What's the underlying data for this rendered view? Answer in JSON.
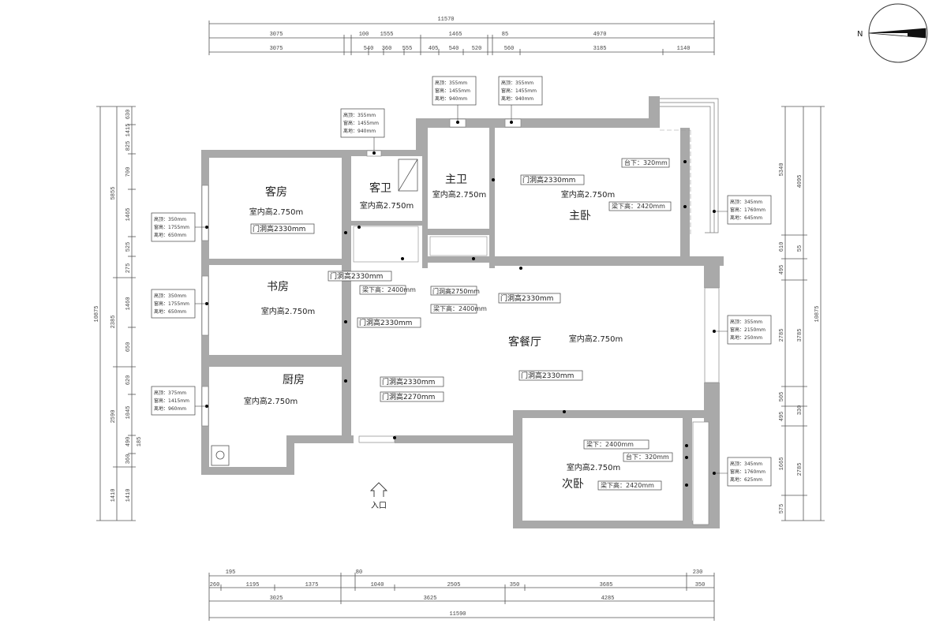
{
  "top_dims": {
    "total": "11570",
    "row1": [
      "3075",
      "100",
      "1555",
      "1465",
      "85",
      "4970"
    ],
    "row2": [
      "3075",
      "540",
      "360",
      "555",
      "405",
      "540",
      "520",
      "560",
      "3185",
      "1140"
    ]
  },
  "bottom_dims": {
    "row1": [
      "195",
      "80",
      "230"
    ],
    "row2": [
      "260",
      "1195",
      "1375",
      "1040",
      "2505",
      "350",
      "3685",
      "350"
    ],
    "row3": [
      "3025",
      "3625",
      "4285"
    ],
    "total": "11590"
  },
  "left_dims": {
    "total": "10875",
    "col2": [
      "5855",
      "2385",
      "2590",
      "1410"
    ],
    "col3": [
      "1415",
      "825",
      "700",
      "1465",
      "525",
      "275",
      "1460",
      "650",
      "620",
      "1045",
      "490",
      "360",
      "185",
      "1410"
    ],
    "col3b": [
      "630"
    ]
  },
  "right_dims": {
    "total": "10875",
    "col_a": [
      "5340",
      "610",
      "495",
      "2785",
      "505",
      "495",
      "1665",
      "575"
    ],
    "col_b": [
      "4095",
      "55",
      "3785",
      "330",
      "2785"
    ]
  },
  "compass": {
    "label": "N"
  },
  "rooms": {
    "guest_room": {
      "name": "客房",
      "height": "室内高2.750m"
    },
    "guest_bath": {
      "name": "客卫",
      "height": "室内高2.750m"
    },
    "master_bath": {
      "name": "主卫",
      "height": "室内高2.750m"
    },
    "master_bed": {
      "name": "主卧",
      "height": "室内高2.750m"
    },
    "study": {
      "name": "书房",
      "height": "室内高2.750m"
    },
    "living": {
      "name": "客餐厅",
      "height": "室内高2.750m"
    },
    "kitchen": {
      "name": "厨房",
      "height": "室内高2.750m"
    },
    "second_bed": {
      "name": "次卧",
      "height": "室内高2.750m"
    }
  },
  "labels": {
    "door_guest_room": "门洞高2330mm",
    "door_guest_bath": "门洞高2330mm",
    "beam_guest_bath": "梁下高：2400mm",
    "door_master_bath": "门洞高2750mm",
    "beam_corridor": "梁下高：2400mm",
    "door_master_bed": "门洞高2330mm",
    "door_master_bed_inner": "门洞高2330mm",
    "sill_master": "台下：320mm",
    "beam_master": "梁下高：2420mm",
    "door_study": "门洞高2330mm",
    "door_kitchen": "门洞高2330mm",
    "door_entry": "门洞高2270mm",
    "door_second_bed": "门洞高2330mm",
    "beam_second_a": "梁下：2400mm",
    "sill_second": "台下：320mm",
    "beam_second_b": "梁下高：2420mm",
    "entrance": "入口"
  },
  "window_notes": [
    {
      "lines": [
        "高顶：355mm",
        "窗高：1455mm",
        "离地：940mm"
      ]
    },
    {
      "lines": [
        "高顶：355mm",
        "窗高：1455mm",
        "离地：940mm"
      ]
    },
    {
      "lines": [
        "高顶：355mm",
        "窗高：1455mm",
        "离地：940mm"
      ]
    },
    {
      "lines": [
        "高顶：345mm",
        "窗高：1760mm",
        "离地：645mm"
      ]
    },
    {
      "lines": [
        "高顶：350mm",
        "窗高：1755mm",
        "离地：650mm"
      ]
    },
    {
      "lines": [
        "高顶：350mm",
        "窗高：1755mm",
        "离地：650mm"
      ]
    },
    {
      "lines": [
        "高顶：355mm",
        "窗高：2150mm",
        "离地：250mm"
      ]
    },
    {
      "lines": [
        "高顶：375mm",
        "窗高：1415mm",
        "离地：960mm"
      ]
    },
    {
      "lines": [
        "高顶：345mm",
        "窗高：1760mm",
        "离地：625mm"
      ]
    }
  ]
}
